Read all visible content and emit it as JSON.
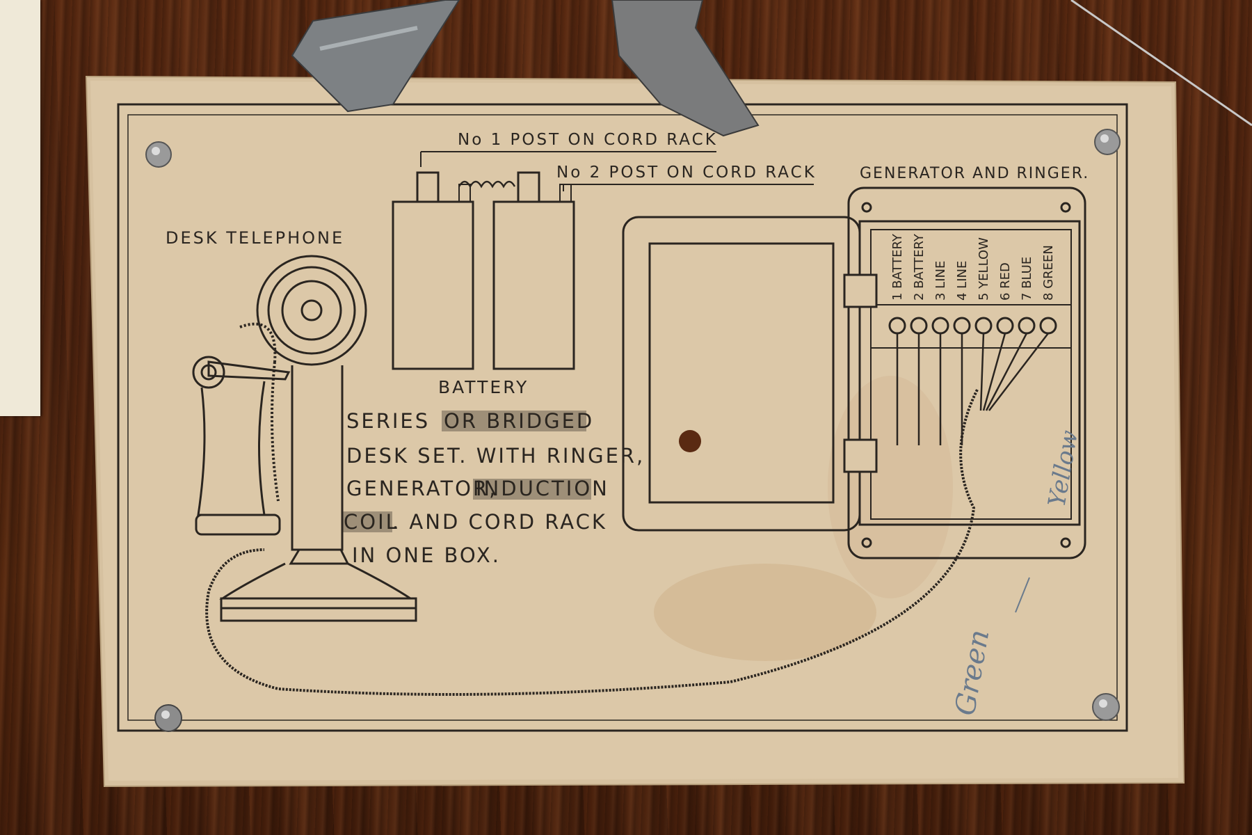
{
  "labels": {
    "post1": "No 1 POST ON CORD RACK",
    "post2": "No 2 POST ON CORD RACK",
    "generator": "GENERATOR AND RINGER.",
    "desk": "DESK TELEPHONE",
    "battery": "BATTERY",
    "desc_line1_a": "SERIES",
    "desc_line1_b": "OR BRIDGED",
    "desc_line2": "DESK SET. WITH RINGER,",
    "desc_line3_a": "GENERATOR,",
    "desc_line3_b": "INDUCTION",
    "desc_line4_a": "COIL",
    "desc_line4_b": ". AND CORD RACK",
    "desc_line5": "IN ONE BOX."
  },
  "terminals": [
    {
      "num": "1",
      "name": "BATTERY"
    },
    {
      "num": "2",
      "name": "BATTERY"
    },
    {
      "num": "3",
      "name": "LINE"
    },
    {
      "num": "4",
      "name": "LINE"
    },
    {
      "num": "5",
      "name": "YELLOW"
    },
    {
      "num": "6",
      "name": "RED"
    },
    {
      "num": "7",
      "name": "BLUE"
    },
    {
      "num": "8",
      "name": "GREEN"
    }
  ],
  "handwriting": {
    "green": "Green",
    "yellow": "Yellow"
  },
  "colors": {
    "paper": "#d9c4a4",
    "ink": "#2a2520",
    "wood": "#4a2210",
    "pencil": "#6a7a8c"
  }
}
